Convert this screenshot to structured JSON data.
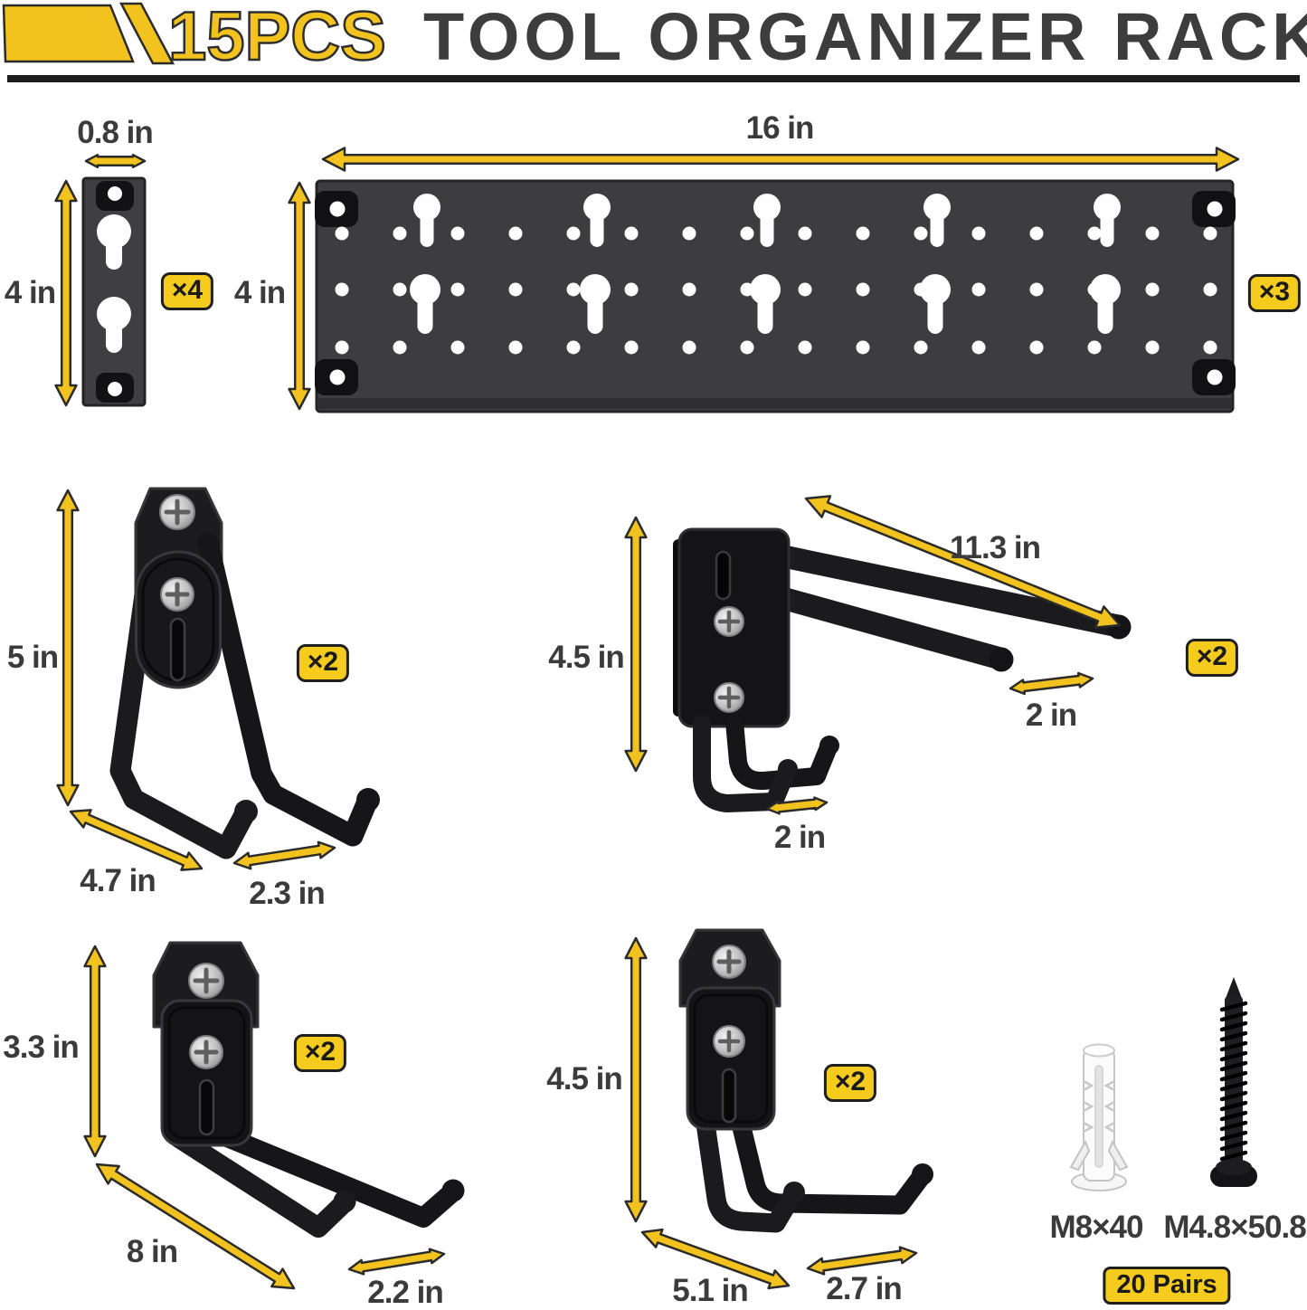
{
  "header": {
    "count_label": "15PCS",
    "title": "TOOL ORGANIZER RACK"
  },
  "colors": {
    "accent_yellow": "#F2C21E",
    "badge_yellow": "#F5CB1E",
    "label_gray": "#3B3B3B",
    "rail_gray": "#3D3D3F",
    "hook_black": "#1B1B1D"
  },
  "pieces": {
    "rail_short": {
      "width": "0.8 in",
      "height": "4 in",
      "qty": "×4"
    },
    "rail_long": {
      "width": "16 in",
      "height": "4 in",
      "qty": "×3"
    },
    "large_u_hook": {
      "height": "5 in",
      "length": "4.7 in",
      "tip": "2.3 in",
      "qty": "×2"
    },
    "double_hook": {
      "length": "11.3 in",
      "height": "4.5 in",
      "top_gap": "2 in",
      "bottom_gap": "2 in",
      "qty": "×2"
    },
    "long_hook": {
      "height": "3.3 in",
      "length": "8 in",
      "tip": "2.2 in",
      "qty": "×2"
    },
    "utility_hook": {
      "height": "4.5 in",
      "length": "5.1 in",
      "tip": "2.7 in",
      "qty": "×2"
    },
    "hardware": {
      "anchor_size": "M8×40",
      "screw_size": "M4.8×50.8",
      "qty": "20 Pairs"
    }
  }
}
